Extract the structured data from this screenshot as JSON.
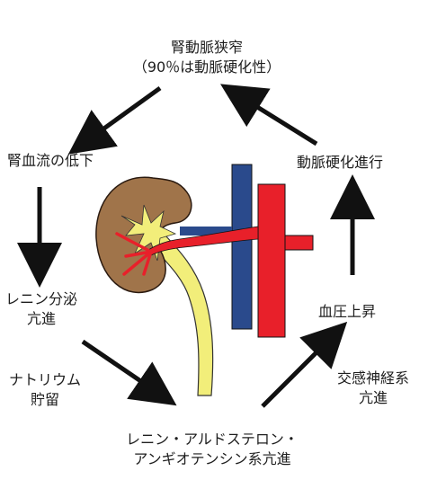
{
  "labels": {
    "top_line1": "腎動脈狭窄",
    "top_line2": "（90％は動脈硬化性）",
    "left1": "腎血流の低下",
    "left2_line1": "レニン分泌",
    "left2_line2": "亢進",
    "left3_line1": "ナトリウム",
    "left3_line2": "貯留",
    "right1": "動脈硬化進行",
    "right2": "血圧上昇",
    "right3_line1": "交感神経系",
    "right3_line2": "亢進",
    "bottom_line1": "レニン・アルドステロン・",
    "bottom_line2": "アンギオテンシン系亢進"
  },
  "colors": {
    "kidney": "#a0744a",
    "kidney_outline": "#2a1a10",
    "artery": "#e8202a",
    "vein": "#2a4a8c",
    "ureter": "#f2ee7a",
    "arrow": "#111111"
  }
}
